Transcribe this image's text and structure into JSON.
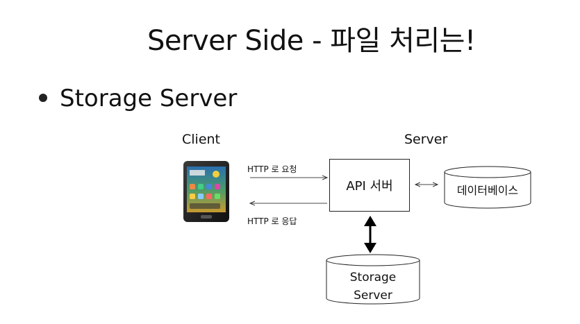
{
  "title": "Server Side - 파일 처리는!",
  "bullet": "Storage Server",
  "diagram": {
    "client_label": "Client",
    "server_label": "Server",
    "request_label": "HTTP 로 요청",
    "response_label": "HTTP 로 응답",
    "api_server_label": "API 서버",
    "database_label": "데이터베이스",
    "storage_label_line1": "Storage",
    "storage_label_line2": "Server"
  }
}
